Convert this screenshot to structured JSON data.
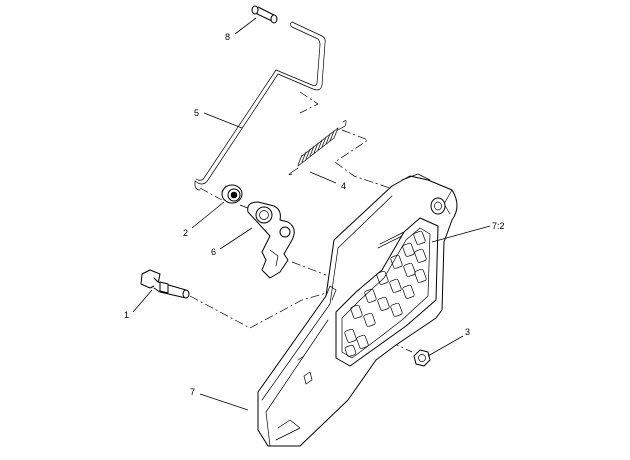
{
  "callouts": {
    "c1": "1",
    "c2": "2",
    "c3": "3",
    "c4": "4",
    "c5": "5",
    "c6": "6",
    "c7": "7",
    "c7_2": "7:2",
    "c8": "8"
  }
}
